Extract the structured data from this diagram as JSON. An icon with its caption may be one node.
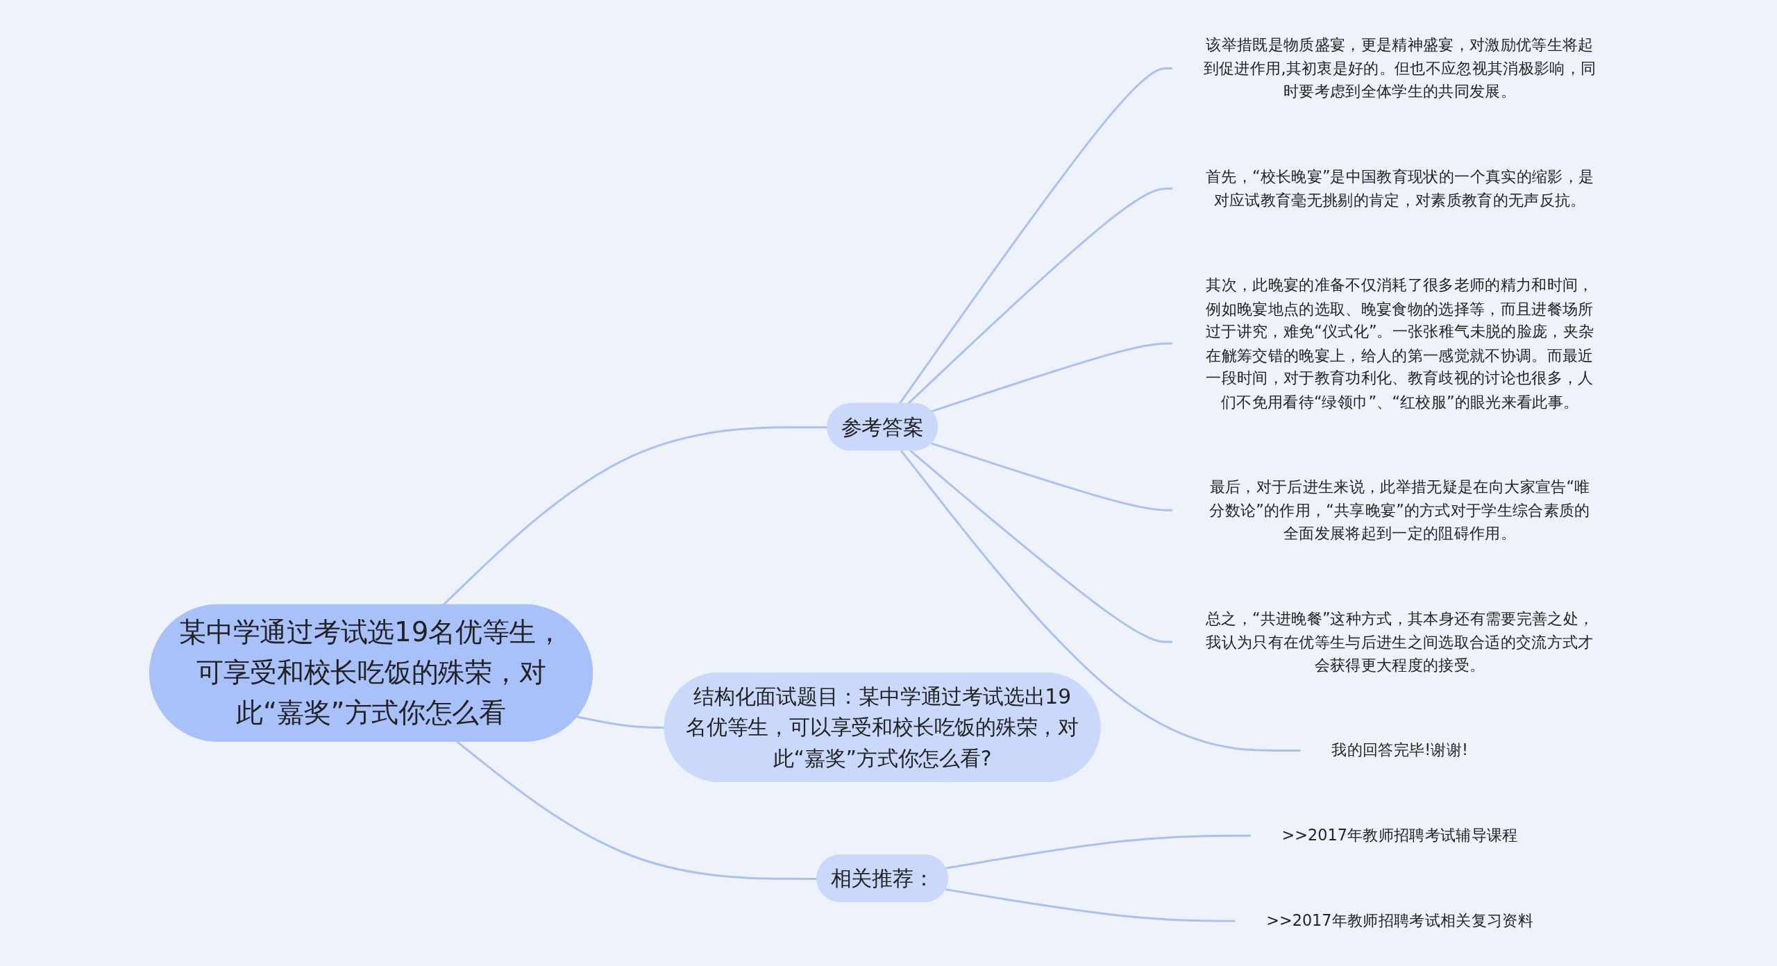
{
  "diagram": {
    "nodes": [
      {
        "text": [
          "某中学通过考试选19名优等生，可享受和校长吃饭的殊荣，对此“嘉奖”方式你怎么看"
        ]
      },
      {
        "text": [
          "参考答案"
        ]
      },
      {
        "text": [
          "该举措既是物质盛宴，更是精神盛宴，对激励优等生将起到促进作用,其初衷是好的。但也不应忽视其消极影响，同时要考虑到全体学生的共同发展。"
        ]
      },
      {
        "text": [
          "首先，“校长晚宴”是中国教育现状的一个真实的缩影，是对应试教育毫无挑剔的肯定，对素质教育的无声反抗。"
        ]
      },
      {
        "text": [
          "其次，此晚宴的准备不仅消耗了很多老师的精力和时间，例如晚宴地点的选取、晚宴食物的选择等，而且进餐场所过于讲究，难免“仪式化”。一张张稚气未脱的脸庞，夹杂在觥筹交错的晚宴上，给人的第一感觉就不协调。而最近一段时间，对于教育功利化、教育歧视的讨论也很多，人们不免用看待“绿领巾”、“红校服”的眼光来看此事。"
        ]
      },
      {
        "text": [
          "最后，对于后进生来说，此举措无疑是在向大家宣告“唯分数论”的作用，“共享晚宴”的方式对于学生综合素质的全面发展将起到一定的阻碍作用。"
        ]
      },
      {
        "text": [
          "总之，“共进晚餐”这种方式，其本身还有需要完善之处，我认为只有在优等生与后进生之间选取合适的交流方式才会获得更大程度的接受。"
        ]
      },
      {
        "text": [
          "我的回答完毕!谢谢!"
        ]
      },
      {
        "text": [
          "结构化面试题目：某中学通过考试选出19名优等生，可以享受和校长吃饭的殊荣，对此“嘉奖”方式你怎么看?"
        ]
      },
      {
        "text": [
          "相关推荐："
        ]
      },
      {
        "text": [
          ">>2017年教师招聘考试辅导课程"
        ]
      },
      {
        "text": [
          ">>2017年教师招聘考试相关复习资料"
        ]
      }
    ],
    "edges": [
      {
        "from": 0,
        "to": 1,
        "arrow": "none"
      },
      {
        "from": 1,
        "to": 2,
        "arrow": "none"
      },
      {
        "from": 1,
        "to": 3,
        "arrow": "none"
      },
      {
        "from": 1,
        "to": 4,
        "arrow": "none"
      },
      {
        "from": 1,
        "to": 5,
        "arrow": "none"
      },
      {
        "from": 1,
        "to": 6,
        "arrow": "none"
      },
      {
        "from": 1,
        "to": 7,
        "arrow": "none"
      },
      {
        "from": 0,
        "to": 8,
        "arrow": "none"
      },
      {
        "from": 0,
        "to": 9,
        "arrow": "none"
      },
      {
        "from": 9,
        "to": 10,
        "arrow": "none"
      },
      {
        "from": 9,
        "to": 11,
        "arrow": "none"
      }
    ]
  }
}
